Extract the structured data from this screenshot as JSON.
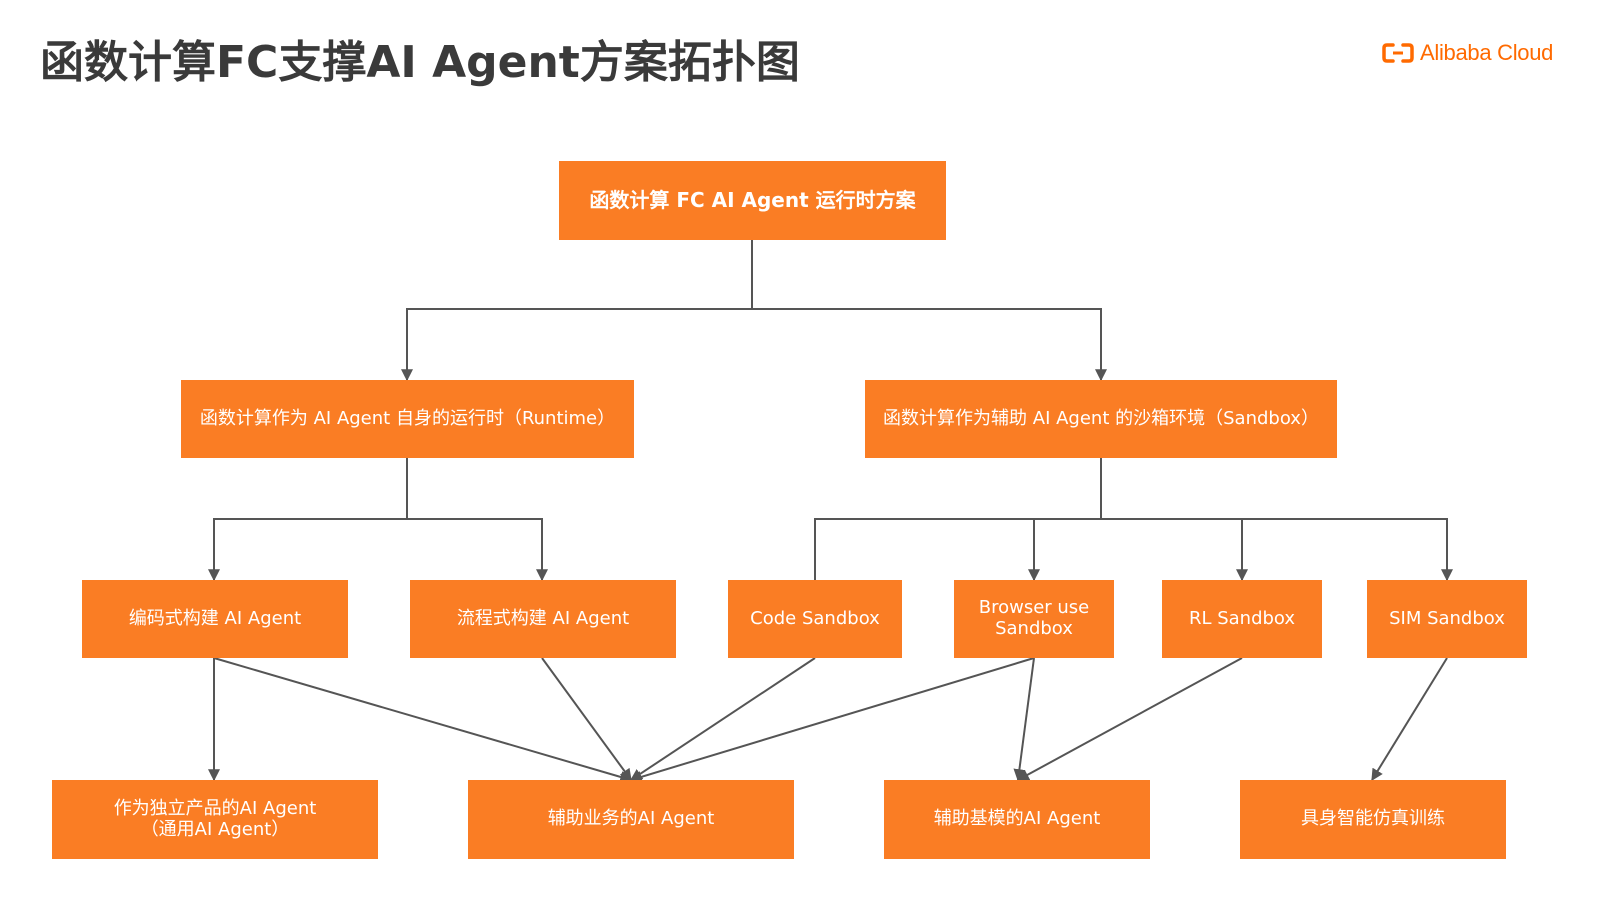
{
  "title": "函数计算FC支撑AI Agent方案拓扑图",
  "logo": {
    "text": "Alibaba Cloud",
    "icon": "alibaba-cloud-bracket-icon",
    "color": "#ff6a00"
  },
  "colors": {
    "node_fill": "#fa7d24",
    "node_text": "#ffffff",
    "connector": "#555555",
    "title": "#3a3a3a"
  },
  "nodes": {
    "root": "函数计算 FC AI Agent 运行时方案",
    "runtime": "函数计算作为 AI Agent 自身的运行时（Runtime）",
    "sandbox": "函数计算作为辅助 AI Agent 的沙箱环境（Sandbox）",
    "coded_build": "编码式构建 AI Agent",
    "workflow_build": "流程式构建 AI Agent",
    "code_sandbox": "Code Sandbox",
    "browser_sandbox": "Browser use\nSandbox",
    "rl_sandbox": "RL Sandbox",
    "sim_sandbox": "SIM Sandbox",
    "standalone_agent": "作为独立产品的AI Agent\n（通用AI Agent）",
    "business_agent": "辅助业务的AI Agent",
    "base_model_agent": "辅助基模的AI Agent",
    "embodied_sim": "具身智能仿真训练"
  }
}
